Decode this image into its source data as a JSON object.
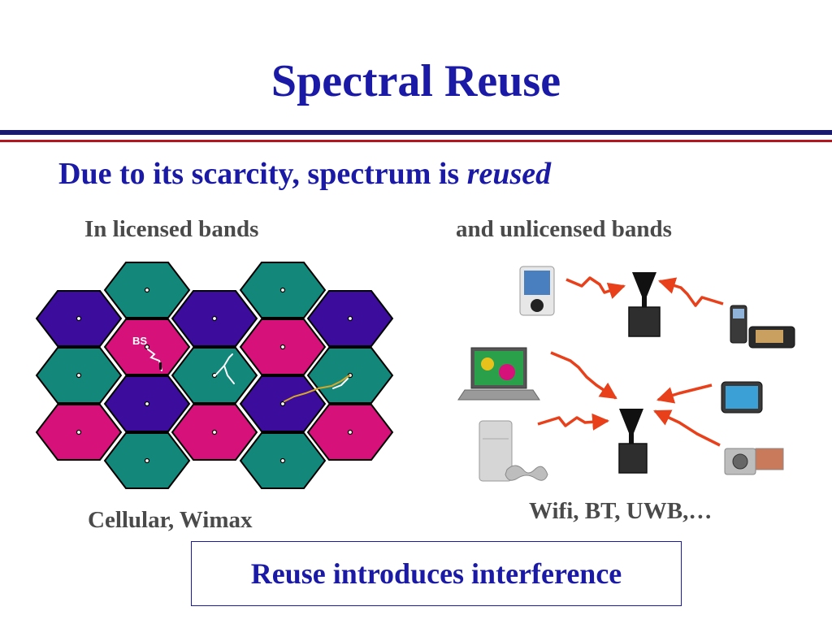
{
  "slide": {
    "title": "Spectral Reuse",
    "subtitle_prefix": "Due to its scarcity, spectrum is ",
    "subtitle_emphasis": "reused",
    "licensed_heading": "In licensed bands",
    "unlicensed_heading": "and unlicensed bands",
    "licensed_caption": "Cellular, Wimax",
    "unlicensed_caption": "Wifi, BT, UWB,…",
    "callout": "Reuse introduces interference"
  },
  "cell_diagram": {
    "bs_label": "BS",
    "colors": {
      "teal": "#12877a",
      "purple": "#3c0d9c",
      "magenta": "#d6117a"
    }
  },
  "wireless_diagram": {
    "devices_top": [
      "media-player",
      "flip-phone",
      "slide-phone"
    ],
    "devices_bottom": [
      "laptop",
      "game-console",
      "gps-navigator",
      "digital-camera"
    ]
  },
  "colors": {
    "title_blue": "#1a1aa6",
    "rule_navy": "#1a1a6e",
    "rule_red": "#b2161e",
    "arrow_red": "#e8401a"
  }
}
